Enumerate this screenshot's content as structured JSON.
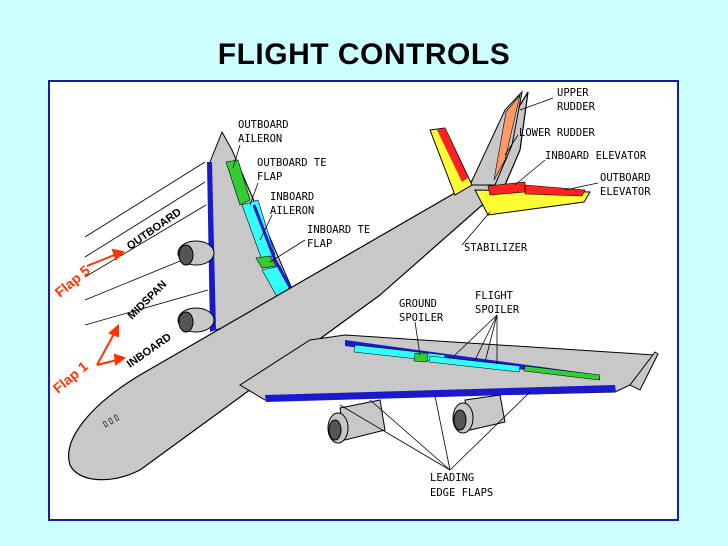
{
  "title": "FLIGHT CONTROLS",
  "labels": {
    "outboard_aileron": [
      "OUTBOARD",
      "AILERON"
    ],
    "outboard_te_flap": [
      "OUTBOARD TE",
      "FLAP"
    ],
    "inboard_aileron": [
      "INBOARD",
      "AILERON"
    ],
    "inboard_te_flap": [
      "INBOARD TE",
      "FLAP"
    ],
    "upper_rudder": [
      "UPPER",
      "RUDDER"
    ],
    "lower_rudder": "LOWER RUDDER",
    "inboard_elevator": "INBOARD ELEVATOR",
    "outboard_elevator": [
      "OUTBOARD",
      "ELEVATOR"
    ],
    "stabilizer": "STABILIZER",
    "ground_spoiler": [
      "GROUND",
      "SPOILER"
    ],
    "flight_spoiler": [
      "FLIGHT",
      "SPOILER"
    ],
    "leading_edge_flaps": [
      "LEADING",
      "EDGE FLAPS"
    ]
  },
  "flap_positions": {
    "outboard": "OUTBOARD",
    "midspan": "MIDSPAN",
    "inboard": "INBOARD",
    "flap5": "Flap 5",
    "flap1": "Flap 1"
  },
  "colors": {
    "background": "#ccffff",
    "frame_border": "#1a1aa8",
    "airframe": "#c8c8c8",
    "leading_edge": "#1a1acc",
    "te_flap": "#33ffff",
    "aileron": "#33cc33",
    "spoiler": "#33ffff",
    "rudder_upper": "#ff9966",
    "elevator": "#ff2222",
    "stabilizer": "#ffff33",
    "flap_arrow": "#ff3300"
  }
}
